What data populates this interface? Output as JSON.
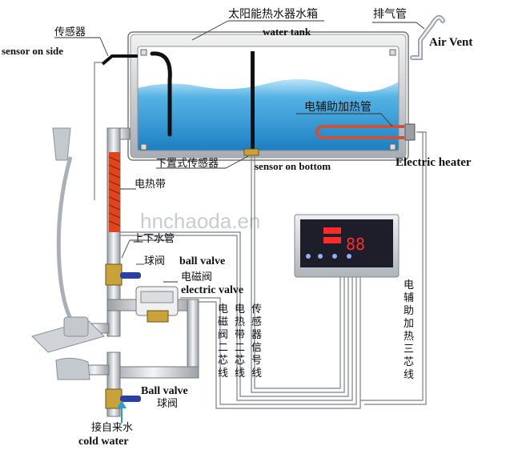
{
  "labels": {
    "tank_cn": "太阳能热水器水箱",
    "tank_en": "water tank",
    "vent_cn": "排气管",
    "vent_en": "Air Vent",
    "sensor_side_cn": "传感器",
    "sensor_side_en": "sensor on side",
    "aux_heater_cn": "电辅助加热管",
    "sensor_bottom_cn": "下置式传感器",
    "sensor_bottom_en": "sensor on bottom",
    "electric_heater_en": "Electric heater",
    "heat_belt_cn": "电热带",
    "updown_pipe_cn": "上下水管",
    "ball_valve1_cn": "球阀",
    "ball_valve1_en": "ball valve",
    "electric_valve_cn": "电磁阀",
    "electric_valve_en": "electric valve",
    "ball_valve2_en": "Ball valve",
    "ball_valve2_cn": "球阀",
    "cold_water_cn": "接自来水",
    "cold_water_en": "cold water",
    "wire_valve_cn": "电磁阀二芯线",
    "wire_belt_cn": "电热带二芯线",
    "wire_sensor_cn": "传感器信号线",
    "wire_heater_cn": "电辅助加热三芯线",
    "watermark": "hnchaoda.en",
    "controller_display": "88"
  },
  "colors": {
    "water": "#2f9ad6",
    "tank_frame": "#c8ccd0",
    "heat_belt": "#e0441c",
    "controller": "#1e1e2a",
    "display_red": "#ff2a2a",
    "valve_blue": "#2a3fa0",
    "valve_brass": "#c9a23a"
  }
}
